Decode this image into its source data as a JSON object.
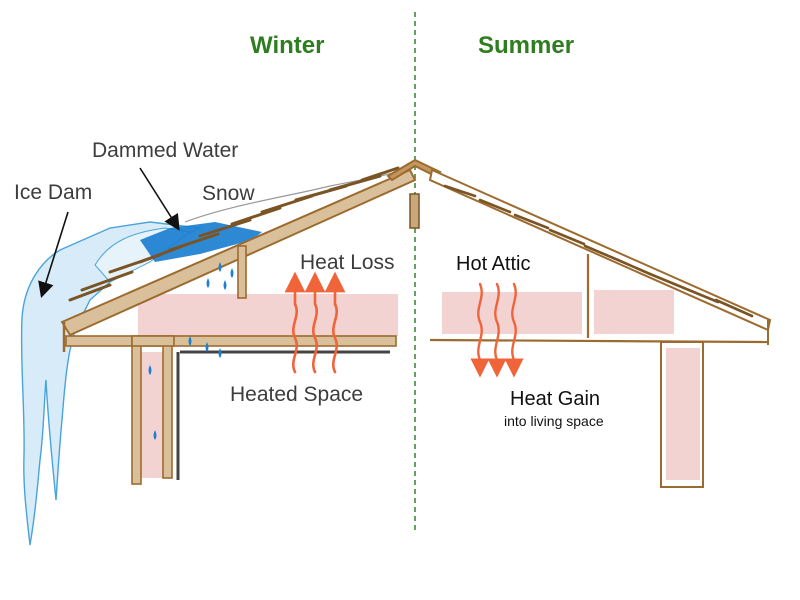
{
  "seasons": {
    "winter": "Winter",
    "summer": "Summer"
  },
  "winter_labels": {
    "ice_dam": "Ice Dam",
    "dammed_water": "Dammed Water",
    "snow": "Snow",
    "heat_loss": "Heat Loss",
    "heated_space": "Heated Space"
  },
  "summer_labels": {
    "hot_attic": "Hot Attic",
    "heat_gain": "Heat Gain",
    "heat_gain_sub": "into living space"
  },
  "colors": {
    "season_green": "#2e7d1f",
    "wood_brown": "#9c6b2f",
    "ice_blue": "#d7ecf8",
    "water_blue": "#1c7fd0",
    "insulation_pink": "#f3d2d2",
    "heat_arrow_orange": "#f0643a",
    "divider_green": "#3f8a3a"
  }
}
